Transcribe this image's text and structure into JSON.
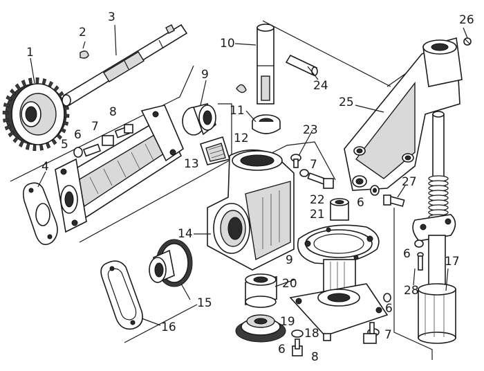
{
  "diagram": {
    "callouts": [
      {
        "id": "c1",
        "text": "1"
      },
      {
        "id": "c2",
        "text": "2"
      },
      {
        "id": "c3",
        "text": "3"
      },
      {
        "id": "c4",
        "text": "4"
      },
      {
        "id": "c5",
        "text": "5"
      },
      {
        "id": "c6a",
        "text": "6"
      },
      {
        "id": "c7a",
        "text": "7"
      },
      {
        "id": "c8a",
        "text": "8"
      },
      {
        "id": "c9a",
        "text": "9"
      },
      {
        "id": "c10",
        "text": "10"
      },
      {
        "id": "c11",
        "text": "11"
      },
      {
        "id": "c12",
        "text": "12"
      },
      {
        "id": "c13",
        "text": "13"
      },
      {
        "id": "c14",
        "text": "14"
      },
      {
        "id": "c15",
        "text": "15"
      },
      {
        "id": "c16",
        "text": "16"
      },
      {
        "id": "c17",
        "text": "17"
      },
      {
        "id": "c18",
        "text": "18"
      },
      {
        "id": "c19",
        "text": "19"
      },
      {
        "id": "c20",
        "text": "20"
      },
      {
        "id": "c21",
        "text": "21"
      },
      {
        "id": "c22",
        "text": "22"
      },
      {
        "id": "c23",
        "text": "23"
      },
      {
        "id": "c24",
        "text": "24"
      },
      {
        "id": "c25",
        "text": "25"
      },
      {
        "id": "c26",
        "text": "26"
      },
      {
        "id": "c27",
        "text": "27"
      },
      {
        "id": "c28",
        "text": "28"
      },
      {
        "id": "c6b",
        "text": "6"
      },
      {
        "id": "c7b",
        "text": "7"
      },
      {
        "id": "c9b",
        "text": "9"
      },
      {
        "id": "c6c",
        "text": "6"
      },
      {
        "id": "c6d",
        "text": "6"
      },
      {
        "id": "c6e",
        "text": "6"
      },
      {
        "id": "c7c",
        "text": "7"
      },
      {
        "id": "c8b",
        "text": "8"
      }
    ]
  }
}
